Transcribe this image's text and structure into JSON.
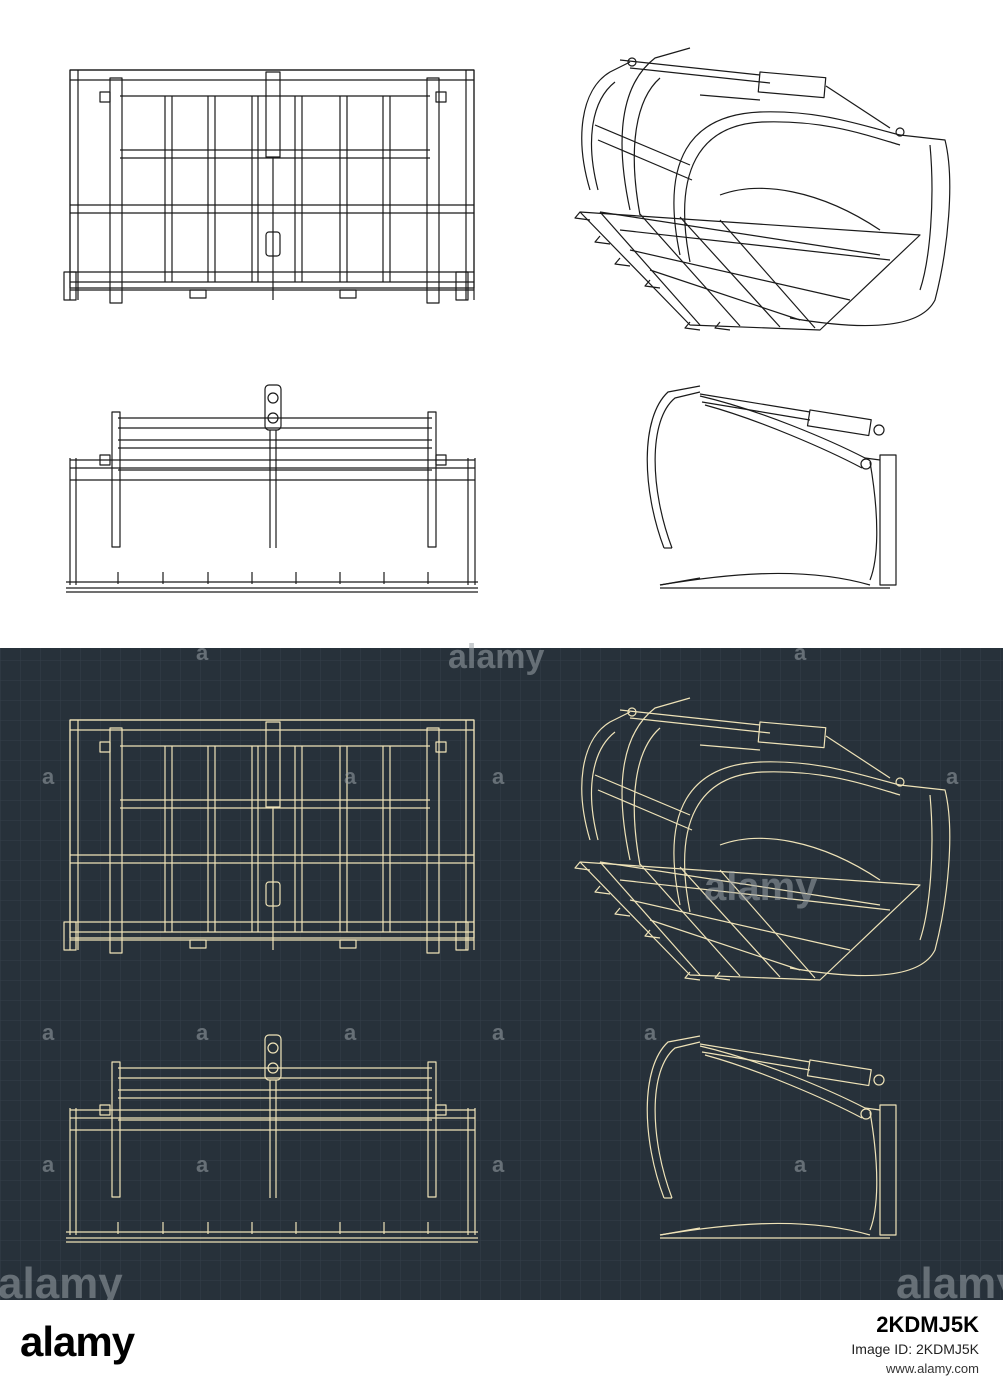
{
  "watermark": "alamy",
  "footer": {
    "logo_text": "alamy",
    "image_id_label": "Image ID: 2KDMJ5K",
    "image_id": "2KDMJ5K",
    "site": "www.alamy.com"
  },
  "colors": {
    "light_background": "#ffffff",
    "light_line": "#1a1a1a",
    "dark_background": "#27313a",
    "dark_grid": "#344049",
    "dark_line": "#efe3b8",
    "watermark_light": "#9aa2a8",
    "footer_background": "#ffffff"
  },
  "drawing_icons": [
    "front-view",
    "perspective-view",
    "top-view",
    "side-view"
  ]
}
